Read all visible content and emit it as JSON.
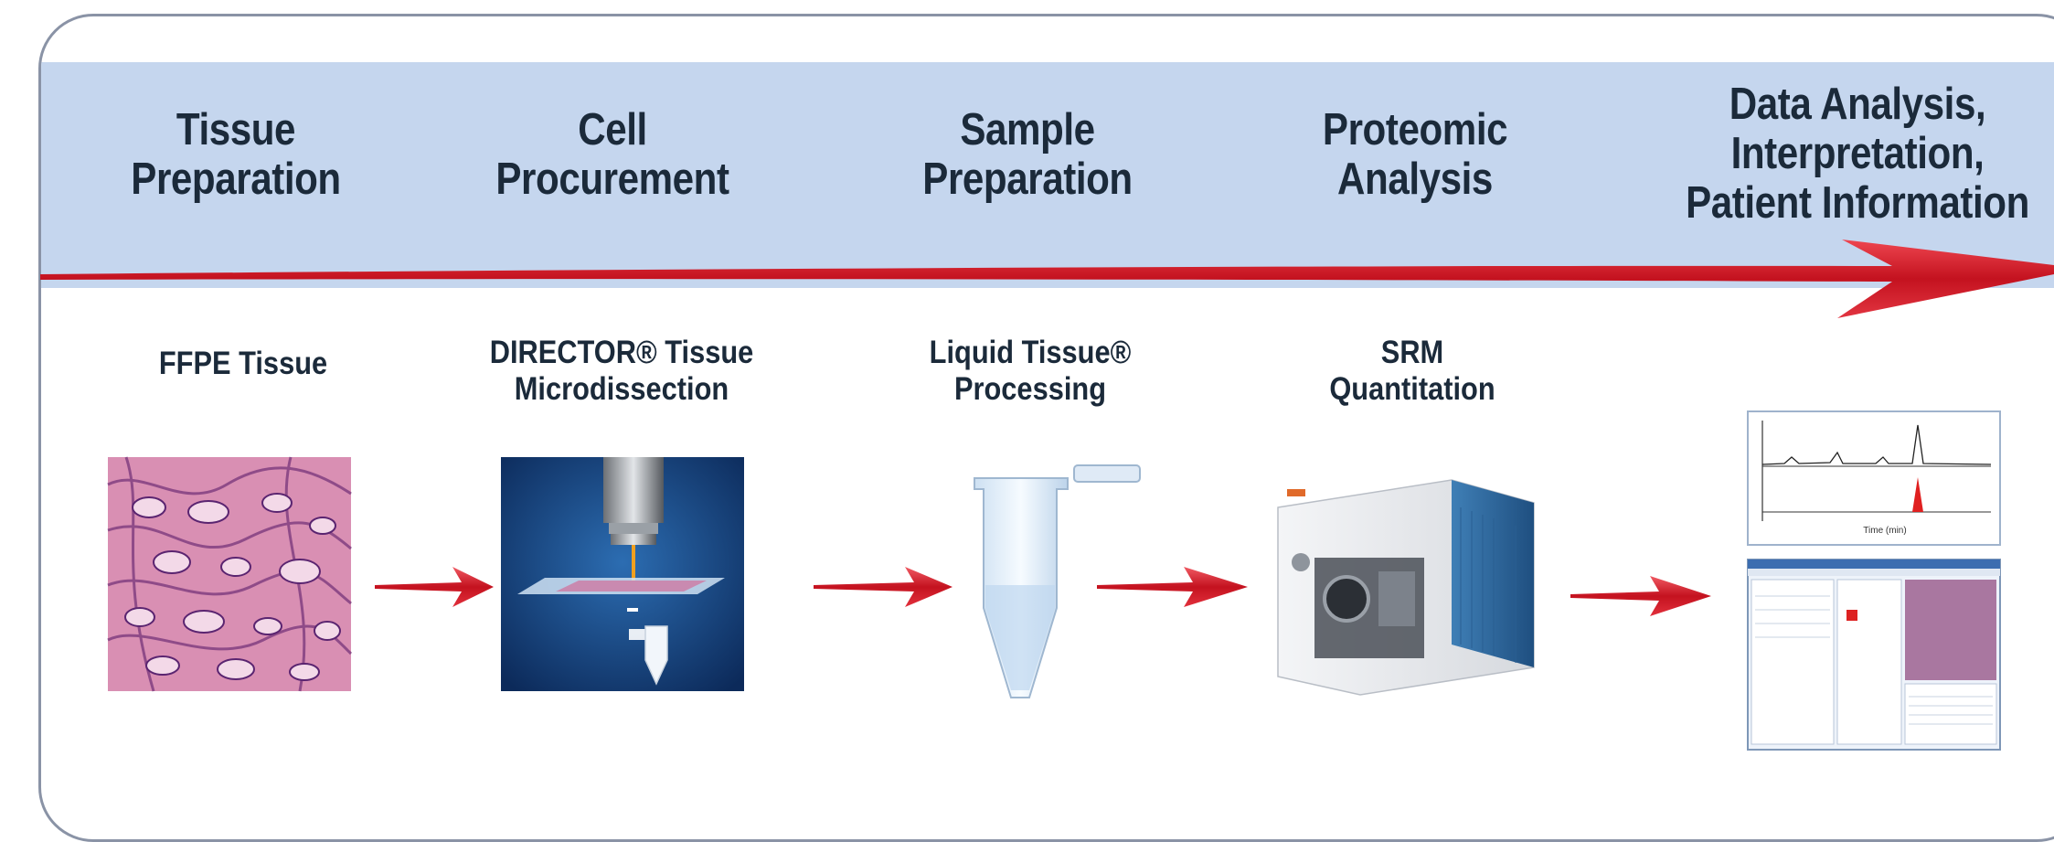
{
  "stages": [
    {
      "line1": "Tissue",
      "line2": "Preparation",
      "line3": ""
    },
    {
      "line1": "Cell",
      "line2": "Procurement",
      "line3": ""
    },
    {
      "line1": "Sample",
      "line2": "Preparation",
      "line3": ""
    },
    {
      "line1": "Proteomic",
      "line2": "Analysis",
      "line3": ""
    },
    {
      "line1": "Data Analysis,",
      "line2": "Interpretation,",
      "line3": "Patient Information"
    }
  ],
  "steps": [
    {
      "line1": "FFPE Tissue",
      "line2": ""
    },
    {
      "line1": "DIRECTOR® Tissue",
      "line2": "Microdissection"
    },
    {
      "line1": "Liquid Tissue®",
      "line2": "Processing"
    },
    {
      "line1": "SRM",
      "line2": "Quantitation"
    }
  ],
  "chromatogram": {
    "xlabel": "Time (min)"
  },
  "colors": {
    "band": "#c5d6ee",
    "arrow": "#d21f2b",
    "frame": "#8a93a6",
    "text": "#1b2a3a"
  }
}
